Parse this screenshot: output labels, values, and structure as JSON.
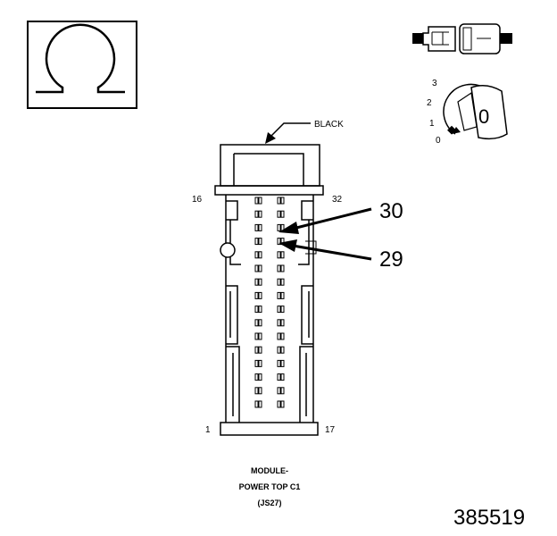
{
  "diagram": {
    "connector_color_label": "BLACK",
    "pin_labels": {
      "top_left": "16",
      "top_right": "32",
      "bottom_left": "1",
      "bottom_right": "17"
    },
    "callouts": [
      {
        "pin": "30"
      },
      {
        "pin": "29"
      }
    ],
    "ignition_positions": [
      "3",
      "2",
      "1",
      "0"
    ],
    "key_label": "0",
    "caption_lines": [
      "MODULE-",
      "POWER TOP C1",
      "(JS27)"
    ],
    "figure_number": "385519",
    "icons": [
      "omega-symbol-icon",
      "connector-side-view-icon",
      "ignition-key-icon"
    ],
    "pin_rows": 16,
    "pin_columns": 2
  }
}
